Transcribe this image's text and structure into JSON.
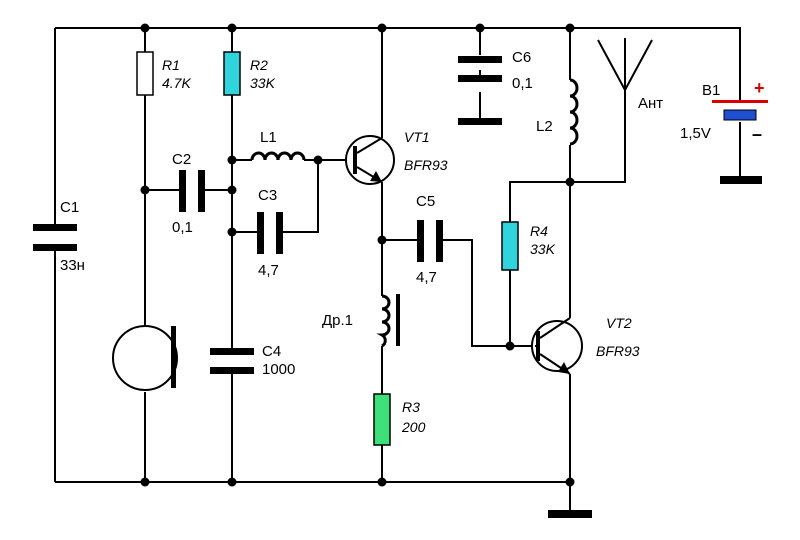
{
  "components": {
    "r1": {
      "ref": "R1",
      "value": "4.7K"
    },
    "r2": {
      "ref": "R2",
      "value": "33K"
    },
    "r3": {
      "ref": "R3",
      "value": "200"
    },
    "r4": {
      "ref": "R4",
      "value": "33K"
    },
    "c1": {
      "ref": "C1",
      "value": "33н"
    },
    "c2": {
      "ref": "C2",
      "value": "0,1"
    },
    "c3": {
      "ref": "C3",
      "value": "4,7"
    },
    "c4": {
      "ref": "C4",
      "value": "1000"
    },
    "c5": {
      "ref": "C5",
      "value": "4,7"
    },
    "c6": {
      "ref": "C6",
      "value": "0,1"
    },
    "l1": {
      "ref": "L1"
    },
    "l2": {
      "ref": "L2"
    },
    "dr1": {
      "ref": "Др.1"
    },
    "vt1": {
      "ref": "VT1",
      "type": "BFR93"
    },
    "vt2": {
      "ref": "VT2",
      "type": "BFR93"
    },
    "b1": {
      "ref": "B1",
      "value": "1,5V",
      "plus": "+",
      "minus": "–"
    },
    "antenna": {
      "label": "Ант"
    }
  },
  "colors": {
    "r1_fill": "#ffffff",
    "r2_fill": "#2fd4dc",
    "r3_fill": "#3ee07a",
    "r4_fill": "#2fd4dc",
    "battery_plus": "#dd0000",
    "battery_plate": "#1e4fd0"
  }
}
